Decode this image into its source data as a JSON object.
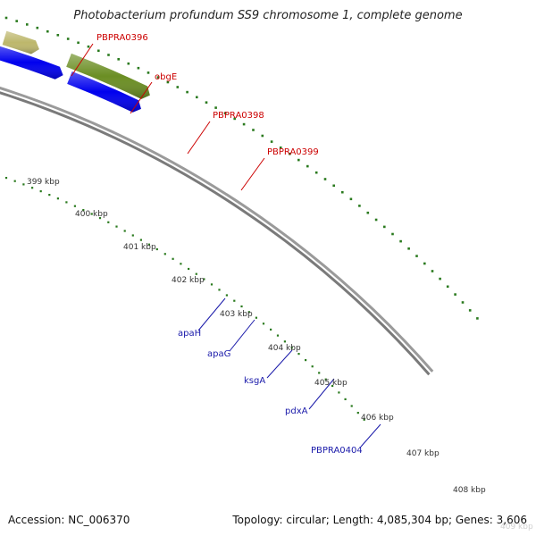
{
  "title": "Photobacterium profundum SS9 chromosome 1, complete genome",
  "footer": {
    "accession": "Accession: NC_006370",
    "summary": "Topology: circular; Length: 4,085,304 bp; Genes: 3,606"
  },
  "colors": {
    "backbone": "#8a8a8a",
    "tick": "#2a7a1e",
    "label_red": "#cc0000",
    "label_blue": "#1a1aaa",
    "scale_text": "#333333"
  },
  "scale_labels": [
    "399 kbp",
    "400 kbp",
    "401 kbp",
    "402 kbp",
    "403 kbp",
    "404 kbp",
    "405 kbp",
    "406 kbp",
    "407 kbp",
    "408 kbp",
    "409 kbp"
  ],
  "top_labels": [
    "PBPRA0396",
    "obgE",
    "PBPRA0398",
    "PBPRA0399"
  ],
  "bottom_labels": [
    "apaH",
    "apaG",
    "ksgA",
    "pdxA",
    "PBPRA0404"
  ],
  "features": [
    {
      "color": "#f08080",
      "strand": "plus"
    },
    {
      "color": "#f08080",
      "strand": "plus"
    },
    {
      "color": "#ff0000",
      "strand": "minus"
    },
    {
      "color": "#ff0000",
      "strand": "minus"
    },
    {
      "color": "#c8c8c8",
      "strand": "plus"
    },
    {
      "color": "#ff0000",
      "strand": "minus"
    },
    {
      "color": "#5a5a5a",
      "strand": "plus"
    },
    {
      "color": "#ff0000",
      "strand": "minus"
    },
    {
      "color": "#0000ee",
      "strand": "plus"
    },
    {
      "color": "#ff0000",
      "strand": "minus"
    },
    {
      "color": "#0000ee",
      "strand": "plus"
    },
    {
      "color": "#0000ee",
      "strand": "plus"
    },
    {
      "color": "#33cc33",
      "strand": "outer"
    },
    {
      "color": "#3a3a9a",
      "strand": "outer"
    },
    {
      "color": "#0000ee",
      "strand": "plus"
    },
    {
      "color": "#f08080",
      "strand": "outer"
    },
    {
      "color": "#0000ee",
      "strand": "plus"
    },
    {
      "color": "#0000ee",
      "strand": "plus"
    },
    {
      "color": "#bdb76b",
      "strand": "outer"
    },
    {
      "color": "#0000ee",
      "strand": "plus"
    },
    {
      "color": "#6b8e23",
      "strand": "outer"
    }
  ]
}
